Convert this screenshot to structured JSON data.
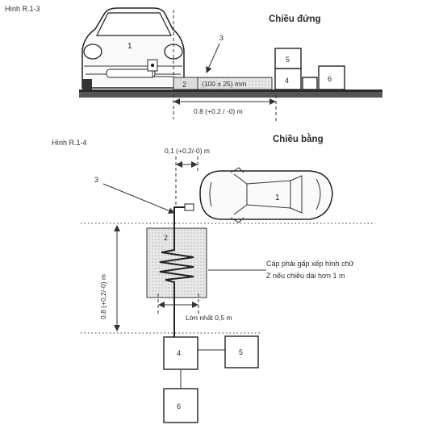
{
  "figure_a": {
    "caption": "Hình R.1-3",
    "title": "Chiều đứng",
    "labels": {
      "car": "1",
      "cable_support": "2",
      "cable_callout": "3",
      "box4": "4",
      "box5": "5",
      "box6": "6"
    },
    "dim_height": "(100 ± 25) mm",
    "dim_length": "0.8 (+0.2 / -0) m"
  },
  "figure_b": {
    "caption": "Hình R.1-4",
    "title": "Chiều bằng",
    "labels": {
      "car": "1",
      "cable_support": "2",
      "cable_callout": "3",
      "box4": "4",
      "box5": "5",
      "box6": "6"
    },
    "dim_offset": "0,1 (+0,2/-0) m",
    "dim_vertical": "0,8 (+0,2/-0) m",
    "dim_width": "Lớn nhất 0,5 m",
    "note_line1": "Cáp phải gấp xếp hình chữ",
    "note_line2": "Z nếu chiều dài hơn 1 m"
  }
}
